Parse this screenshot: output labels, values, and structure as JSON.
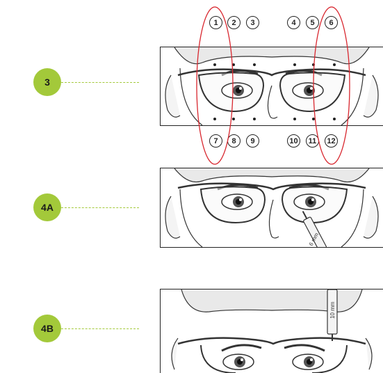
{
  "steps": [
    {
      "label": "3"
    },
    {
      "label": "4A"
    },
    {
      "label": "4B"
    }
  ],
  "measurement_points": {
    "top": [
      "1",
      "2",
      "3",
      "4",
      "5",
      "6"
    ],
    "bottom": [
      "7",
      "8",
      "9",
      "10",
      "11",
      "12"
    ]
  },
  "gauge_labels": {
    "lower": "6 mm",
    "upper": "10 mm"
  },
  "colors": {
    "badge": "#a3c93a",
    "oval": "#d8262e",
    "line": "#222222"
  }
}
